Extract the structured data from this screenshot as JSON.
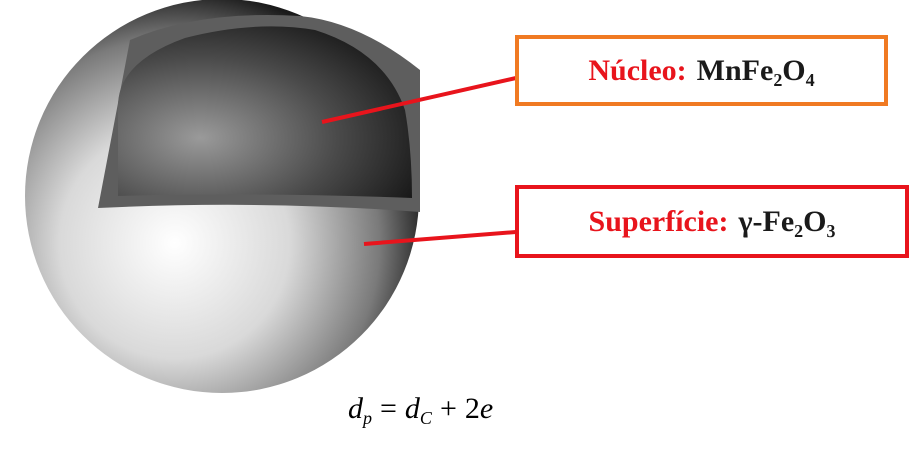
{
  "core_label": {
    "title": "Núcleo:",
    "formula": "MnFe₂O₄"
  },
  "surface_label": {
    "title": "Superfície:",
    "formula": "γ-Fe₂O₃"
  },
  "equation": {
    "d": "d",
    "sub_p": "p",
    "equals": "=",
    "sub_c": "C",
    "plus": "+",
    "coef": "2",
    "e": "e"
  },
  "colors": {
    "core_box_border": "#f07a22",
    "surface_box_border": "#e8141c",
    "label_red": "#e8141c",
    "pointer_line": "#e8141c"
  }
}
